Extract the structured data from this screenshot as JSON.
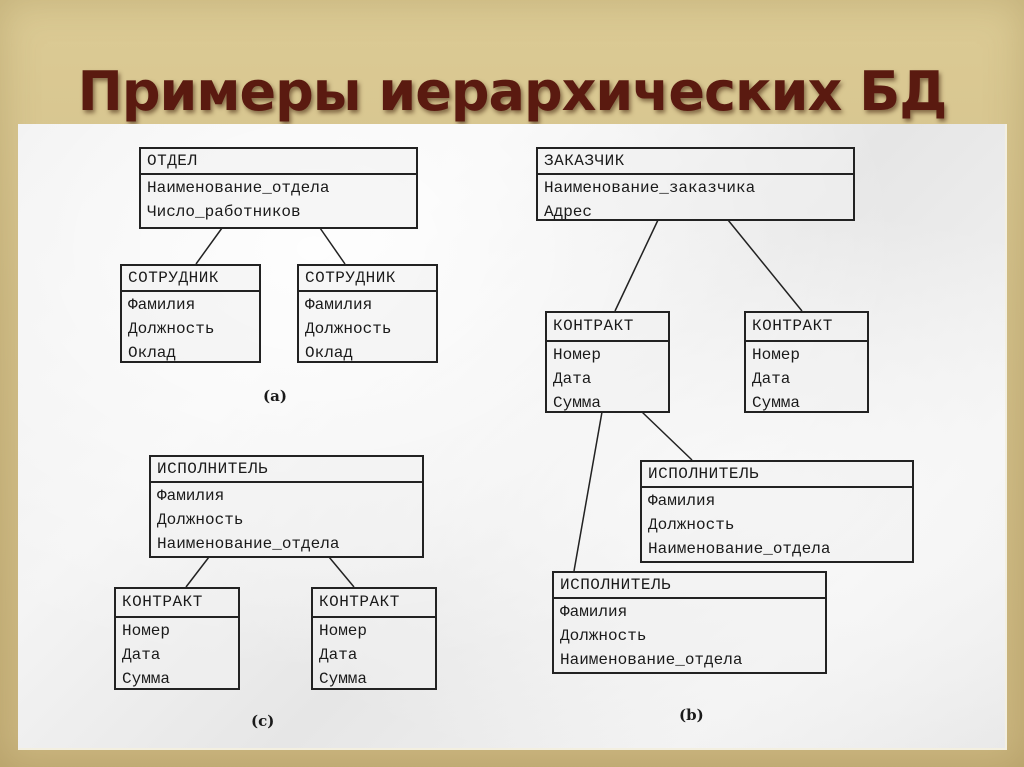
{
  "title": "Примеры иерархических БД",
  "diagrams": {
    "a": {
      "label": "(a)",
      "root": {
        "name": "ОТДЕЛ",
        "fields": [
          "Наименование_отдела",
          "Число_работников"
        ]
      },
      "children": [
        {
          "name": "СОТРУДНИК",
          "fields": [
            "Фамилия",
            "Должность",
            "Оклад"
          ]
        },
        {
          "name": "СОТРУДНИК",
          "fields": [
            "Фамилия",
            "Должность",
            "Оклад"
          ]
        }
      ]
    },
    "b": {
      "label": "(b)",
      "root": {
        "name": "ЗАКАЗЧИК",
        "fields": [
          "Наименование_заказчика",
          "Адрес"
        ]
      },
      "children": [
        {
          "name": "КОНТРАКТ",
          "fields": [
            "Номер",
            "Дата",
            "Сумма"
          ]
        },
        {
          "name": "КОНТРАКТ",
          "fields": [
            "Номер",
            "Дата",
            "Сумма"
          ]
        }
      ],
      "grandchildren": [
        {
          "name": "ИСПОЛНИТЕЛЬ",
          "fields": [
            "Фамилия",
            "Должность",
            "Наименование_отдела"
          ]
        },
        {
          "name": "ИСПОЛНИТЕЛЬ",
          "fields": [
            "Фамилия",
            "Должность",
            "Наименование_отдела"
          ]
        }
      ]
    },
    "c": {
      "label": "(c)",
      "root": {
        "name": "ИСПОЛНИТЕЛЬ",
        "fields": [
          "Фамилия",
          "Должность",
          "Наименование_отдела"
        ]
      },
      "children": [
        {
          "name": "КОНТРАКТ",
          "fields": [
            "Номер",
            "Дата",
            "Сумма"
          ]
        },
        {
          "name": "КОНТРАКТ",
          "fields": [
            "Номер",
            "Дата",
            "Сумма"
          ]
        }
      ]
    }
  },
  "colors": {
    "background": "#d3c08a",
    "title": "#5a1a10",
    "panel": "#eeeeee",
    "line": "#222222"
  }
}
